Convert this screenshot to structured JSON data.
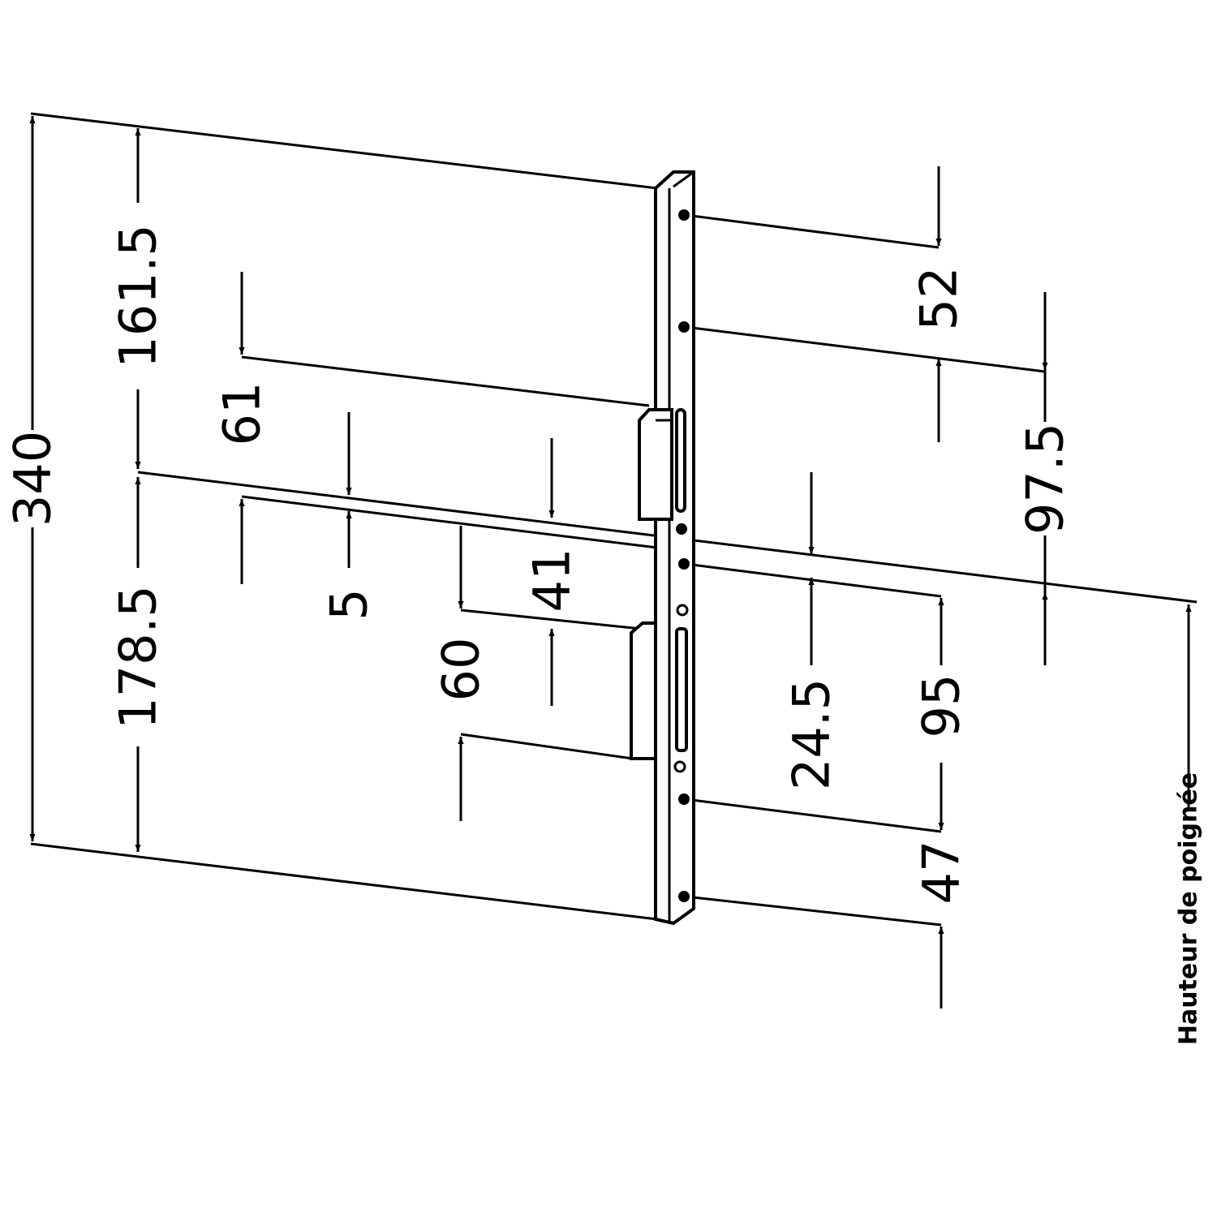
{
  "dimensions": {
    "total_height": "340",
    "upper_section": "161.5",
    "lower_section": "178.5",
    "keeper_height": "61",
    "keeper_offset": "5",
    "latch_offset": "41",
    "lower_keeper_height": "60",
    "top_screw_spacing": "52",
    "screw_to_handle": "97.5",
    "handle_to_screw": "24.5",
    "middle_screw_spacing": "95",
    "bottom_screw_spacing": "47"
  },
  "labels": {
    "handle_height": "Hauteur de poignée"
  }
}
